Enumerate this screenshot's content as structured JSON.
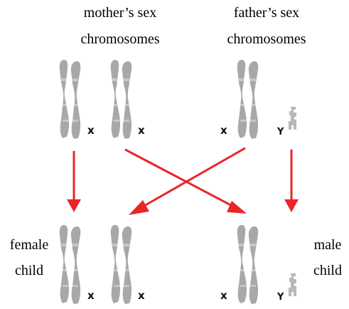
{
  "headings": {
    "mother": [
      "mother’s sex",
      "chromosomes"
    ],
    "father": [
      "father’s sex",
      "chromosomes"
    ]
  },
  "labels": {
    "female": [
      "female",
      "child"
    ],
    "male": [
      "male",
      "child"
    ]
  },
  "letters": {
    "x": "x",
    "y": "Y"
  },
  "colors": {
    "chromosome": "#a8a8a8",
    "chromosome_small": "#b8b8b8",
    "arrow": "#e8262a",
    "text": "#000000"
  }
}
